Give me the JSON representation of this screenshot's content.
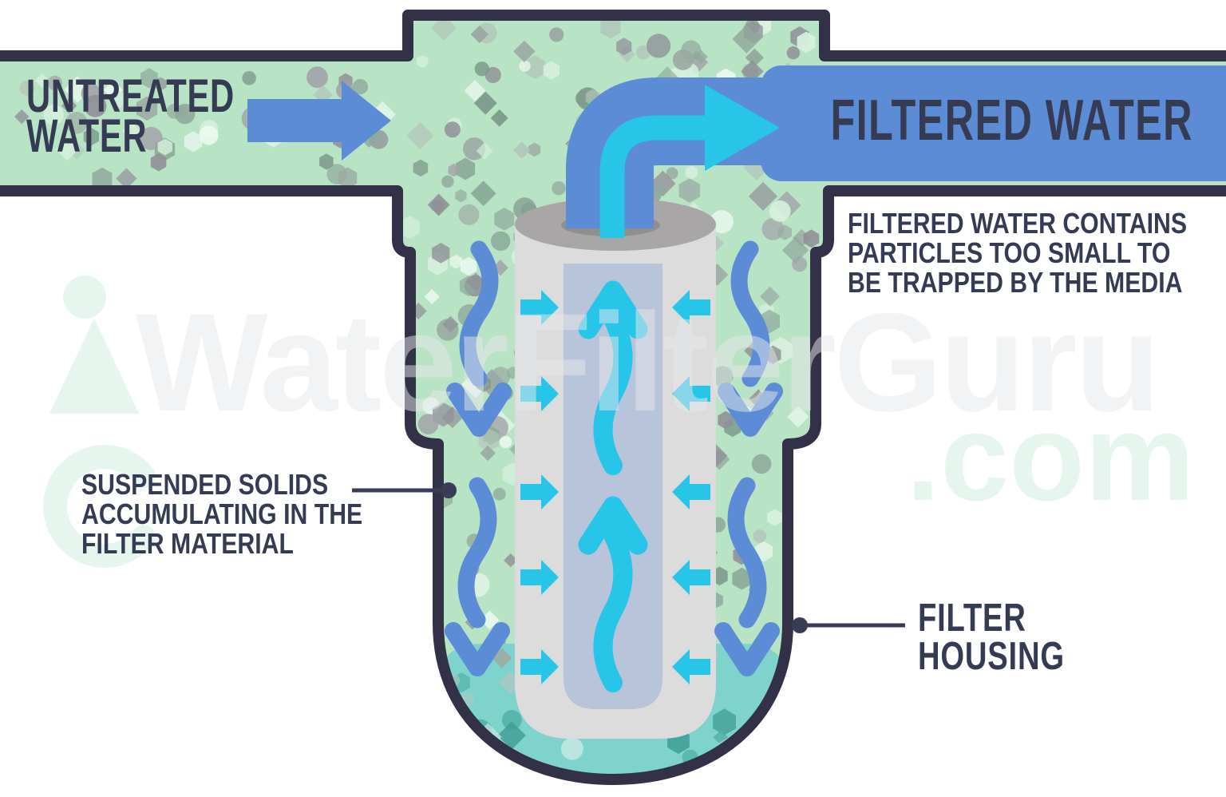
{
  "labels": {
    "untreated_line1": "UNTREATED",
    "untreated_line2": "WATER",
    "filtered": "FILTERED WATER",
    "housing_line1": "FILTER",
    "housing_line2": "HOUSING",
    "note_filtered": [
      "FILTERED WATER CONTAINS",
      "PARTICLES TOO SMALL TO",
      "BE TRAPPED BY THE MEDIA"
    ],
    "note_suspended": [
      "SUSPENDED SOLIDS",
      "ACCUMULATING IN THE",
      "FILTER MATERIAL"
    ]
  },
  "watermark": {
    "brand": "WaterFilterGuru",
    "tld": ".com"
  },
  "colors": {
    "outline": "#333148",
    "green": "#b9e3c5",
    "blue": "#5b8cd5",
    "cyan": "#27c5e8",
    "cartridge_body": "#dcdcdd",
    "cartridge_cap": "#a8a6a6",
    "cartridge_hole": "#8f8f8d",
    "cartridge_core": "#b8c4d9",
    "pool": "#7ed4cc",
    "textnavy": "#363b54",
    "leader": "#3a3c55",
    "watermark_gray": "#e7e8eb",
    "watermark_mint": "#cfeede"
  },
  "particles": {
    "palette_main": [
      "#8fa89b",
      "#7d9a8b",
      "#a2a2a8",
      "#909098",
      "#d7f0de",
      "#eaf9ef",
      "#b2c5ba",
      "#9aa8a2"
    ],
    "palette_pool": [
      "#4fb0a8",
      "#3f9d95",
      "#a8c8c2",
      "#c8e8e3",
      "#ab9e98",
      "#8fb5ae"
    ],
    "shapes": [
      "circle",
      "diamond",
      "hexagon"
    ],
    "opacity_range": [
      0.65,
      0.95
    ]
  }
}
